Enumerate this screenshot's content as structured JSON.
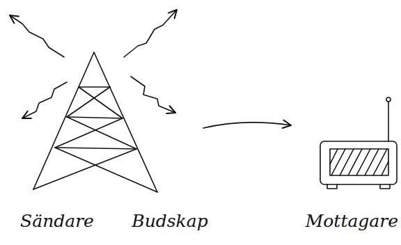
{
  "diagram": {
    "labels": [
      "Sändare",
      "Budskap",
      "Mottagare"
    ]
  }
}
